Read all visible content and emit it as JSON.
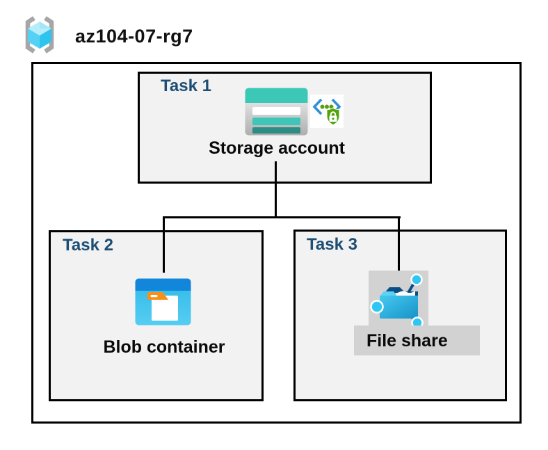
{
  "resource_group": {
    "name": "az104-07-rg7"
  },
  "tasks": [
    {
      "label": "Task 1",
      "item": "Storage account",
      "icons": [
        "storage-account-icon",
        "secured-endpoint-icon"
      ]
    },
    {
      "label": "Task 2",
      "item": "Blob container",
      "icons": [
        "blob-container-icon"
      ]
    },
    {
      "label": "Task 3",
      "item": "File share",
      "icons": [
        "file-share-icon"
      ]
    }
  ],
  "connections": [
    {
      "from": "Storage account",
      "to": "Blob container"
    },
    {
      "from": "Storage account",
      "to": "File share"
    }
  ],
  "colors": {
    "task_label": "#1C4E75",
    "task_box_fill": "#F2F2F2",
    "highlight_fill": "#D2D2D2",
    "connector": "#000000",
    "storage_teal": "#3BC8B6",
    "storage_teal_dark": "#2D8C83",
    "blob_header_blue": "#1186DA",
    "blob_body_blue": "#3CC2EC",
    "folder_tab_orange": "#F5901C",
    "badge_chevron_blue": "#2E8FD8",
    "badge_green": "#53A40A",
    "fileshare_navy": "#0B4E86",
    "fileshare_cyan": "#2EC6F3",
    "cube_cyan_light": "#B7EDFA",
    "cube_cyan_mid": "#55D2F3",
    "cube_cyan_dark": "#2FC4EE",
    "bracket_gray": "#A6A6A6"
  }
}
